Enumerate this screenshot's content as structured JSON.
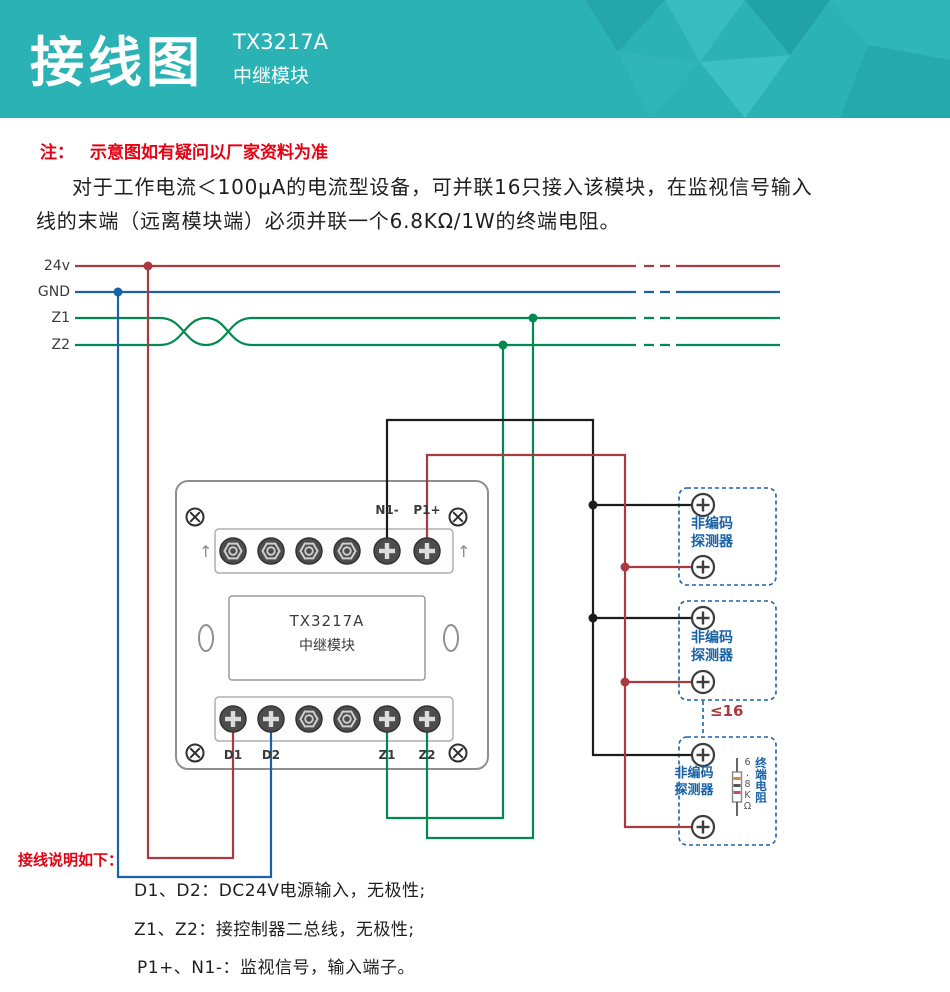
{
  "colors": {
    "header_teal": "#2bb2b5",
    "note_red": "#e60012",
    "wire_24v_red": "#a93b40",
    "wire_gnd_blue": "#1a62a5",
    "wire_bus_green": "#008a50",
    "wire_signal_black": "#1c1c1c",
    "wire_signal_red": "#a93b40",
    "detector_blue": "#1a62a5"
  },
  "header": {
    "title": "接线图",
    "model": "TX3217A",
    "subtitle": "中继模块"
  },
  "note": {
    "prefix": "注：",
    "line1": "示意图如有疑问以厂家资料为准",
    "body1": "对于工作电流＜100μA的电流型设备，可并联16只接入该模块，在监视信号输入",
    "body2": "线的末端（远离模块端）必须并联一个6.8KΩ/1W的终端电阻。"
  },
  "bus": {
    "labels": [
      "24v",
      "GND",
      "Z1",
      "Z2"
    ]
  },
  "module": {
    "model": "TX3217A",
    "name": "中继模块",
    "top_labels": {
      "n1": "N1-",
      "p1": "P1+"
    },
    "bottom_labels": {
      "d1": "D1",
      "d2": "D2",
      "z1": "Z1",
      "z2": "Z2"
    }
  },
  "icons": {
    "arrow_up": "↑"
  },
  "detectors": {
    "label_line1": "非编码",
    "label_line2": "探测器",
    "count_note": "≤16",
    "resistor_value": "6.8KΩ",
    "resistor_name": "终端电阻"
  },
  "instructions": {
    "title": "接线说明如下：",
    "lines": [
      "D1、D2：DC24V电源输入，无极性;",
      "Z1、Z2：接控制器二总线，无极性;",
      "P1+、N1-：监视信号，输入端子。"
    ]
  }
}
